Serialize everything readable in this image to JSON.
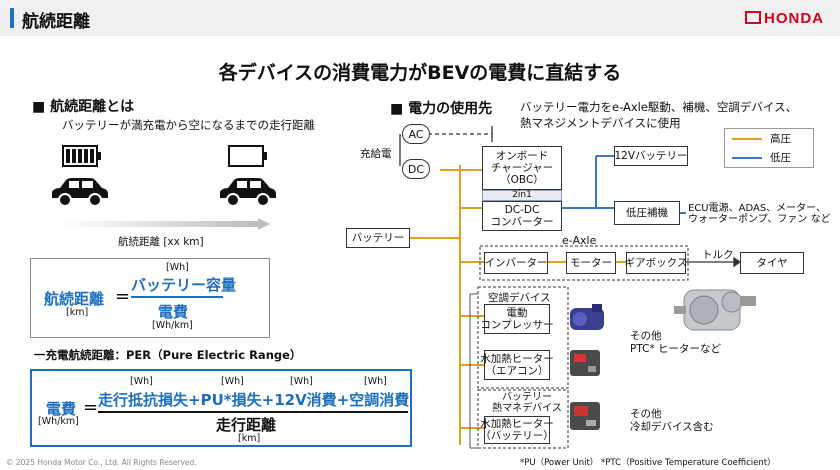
{
  "header": {
    "title": "航続距離",
    "logo": "HONDA"
  },
  "main_title": "各デバイスの消費電力がBEVの電費に直結する",
  "left": {
    "section_title": "■  航続距離とは",
    "subtitle": "バッテリーが満充電から空になるまでの走行距離",
    "range_label": "航続距離 [xx km]",
    "formula1": {
      "lhs": "航続距離",
      "lhs_unit": "[km]",
      "eq": "=",
      "num_unit": "[Wh]",
      "numerator": "バッテリー容量",
      "denominator": "電費",
      "den_unit": "[Wh/km]"
    },
    "per_label": "一充電航続距離：PER（Pure Electric Range）",
    "formula2": {
      "lhs": "電費",
      "lhs_unit": "[Wh/km]",
      "eq": "=",
      "terms": [
        "走行抵抗損失",
        "+",
        "PU*損失",
        "+",
        "12V消費",
        "+",
        "空調消費"
      ],
      "term_units": [
        "[Wh]",
        "[Wh]",
        "[Wh]",
        "[Wh]"
      ],
      "denominator": "走行距離",
      "den_unit": "[km]"
    }
  },
  "right": {
    "section_title": "■  電力の使用先",
    "desc_line1": "バッテリー電力をe-Axle駆動、補機、空調デバイス、",
    "desc_line2": "熱マネジメントデバイスに使用",
    "charge_label": "充給電",
    "ac": "AC",
    "dc": "DC",
    "obc": "オンボード\nチャージャー\n（OBC）",
    "two_in_one": "2in1",
    "dcdc": "DC-DC\nコンバーター",
    "battery": "バッテリー",
    "v12": "12Vバッテリー",
    "low_aux": "低圧補機",
    "aux_desc": "ECU電源、ADAS、メーター、\nウォーターポンプ、ファン など",
    "eaxle": "e-Axle",
    "inverter": "インバーター",
    "motor": "モーター",
    "gearbox": "ギアボックス",
    "torque": "トルク",
    "tire": "タイヤ",
    "ac_group": "空調デバイス",
    "compressor": "電動\nコンプレッサー",
    "heater_ac": "水加熱ヒーター\n（エアコン）",
    "other1": "その他\nPTC* ヒーターなど",
    "thermal_group": "バッテリー\n熱マネデバイス",
    "heater_batt": "水加熱ヒーター\n（バッテリー）",
    "other2": "その他\n冷却デバイス含む",
    "legend": {
      "high": "高圧",
      "low": "低圧",
      "high_color": "#e0a020",
      "low_color": "#3a78c9"
    }
  },
  "footer": {
    "copyright": "© 2025 Honda Motor Co., Ltd. All Rights Reserved.",
    "note": "*PU（Power Unit）  *PTC（Positive Temperature Coefficient）"
  }
}
